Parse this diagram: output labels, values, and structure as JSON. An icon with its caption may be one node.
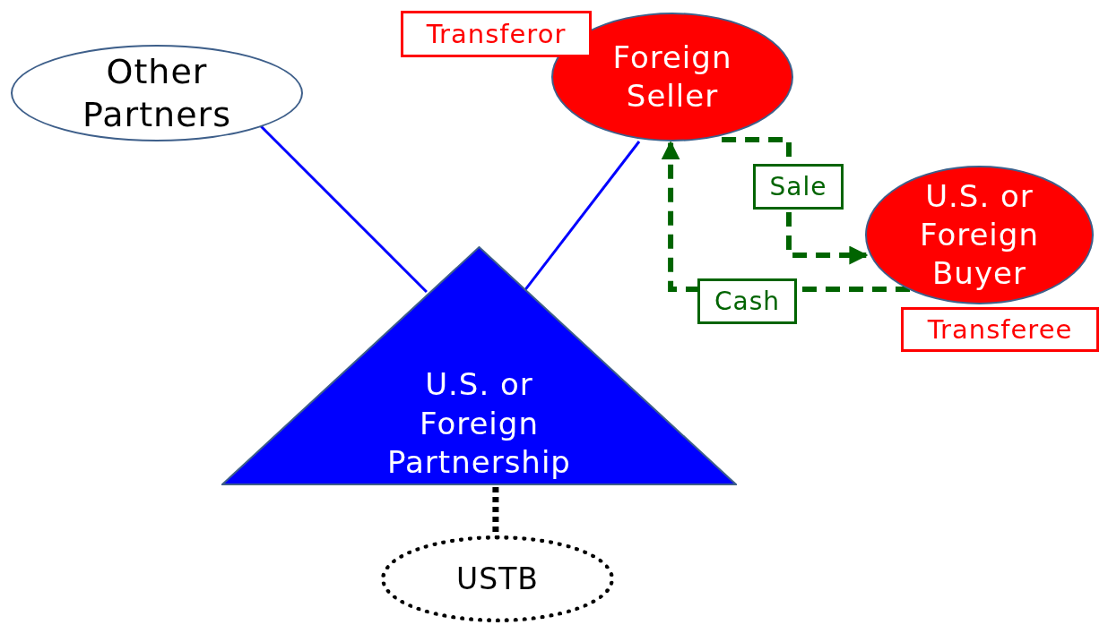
{
  "diagram": {
    "nodes": [
      {
        "text": [
          "Other Partners"
        ]
      },
      {
        "text": [
          "Foreign Seller"
        ]
      },
      {
        "text": [
          "Transferor"
        ]
      },
      {
        "text": [
          "U.S. or Foreign Buyer"
        ]
      },
      {
        "text": [
          "Transferee"
        ]
      },
      {
        "text": [
          "U.S. or Foreign Partnership"
        ]
      },
      {
        "text": [
          "USTB"
        ]
      }
    ],
    "edges": [
      {
        "from": 0,
        "to": 5,
        "arrow": "none"
      },
      {
        "from": 1,
        "to": 5,
        "arrow": "none"
      },
      {
        "from": 1,
        "to": 3,
        "arrow": "to",
        "label": "Sale",
        "style": "dashed",
        "color": "#006400"
      },
      {
        "from": 3,
        "to": 1,
        "arrow": "to",
        "label": "Cash",
        "style": "dashed",
        "color": "#006400"
      },
      {
        "from": 5,
        "to": 6,
        "arrow": "none",
        "style": "dashed",
        "color": "#000000"
      }
    ]
  }
}
